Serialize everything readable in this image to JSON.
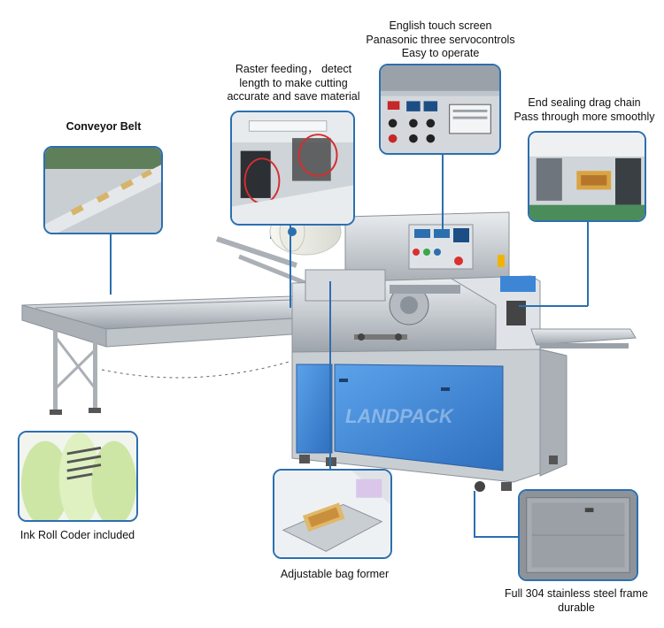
{
  "callouts": {
    "touch_screen": [
      "English touch screen",
      "Panasonic three servocontrols",
      "Easy to operate"
    ],
    "raster_feeding": [
      "Raster feeding， detect",
      "length to make cutting",
      "accurate and save material"
    ],
    "conveyor_belt": "Conveyor Belt",
    "end_sealing": [
      "End sealing drag chain",
      "Pass through more smoothly"
    ],
    "ink_roll": "Ink Roll Coder included",
    "bag_former": "Adjustable bag former",
    "frame": [
      "Full 304 stainless steel frame",
      "durable"
    ]
  },
  "watermark": "LANDPACK",
  "colors": {
    "callout_line": "#2c6fb0",
    "cabinet_blue": "#3d86d6",
    "stainless": "#c9ced3"
  },
  "icons": [
    "stop-button-icon",
    "start-button-icon",
    "emergency-stop-icon"
  ]
}
